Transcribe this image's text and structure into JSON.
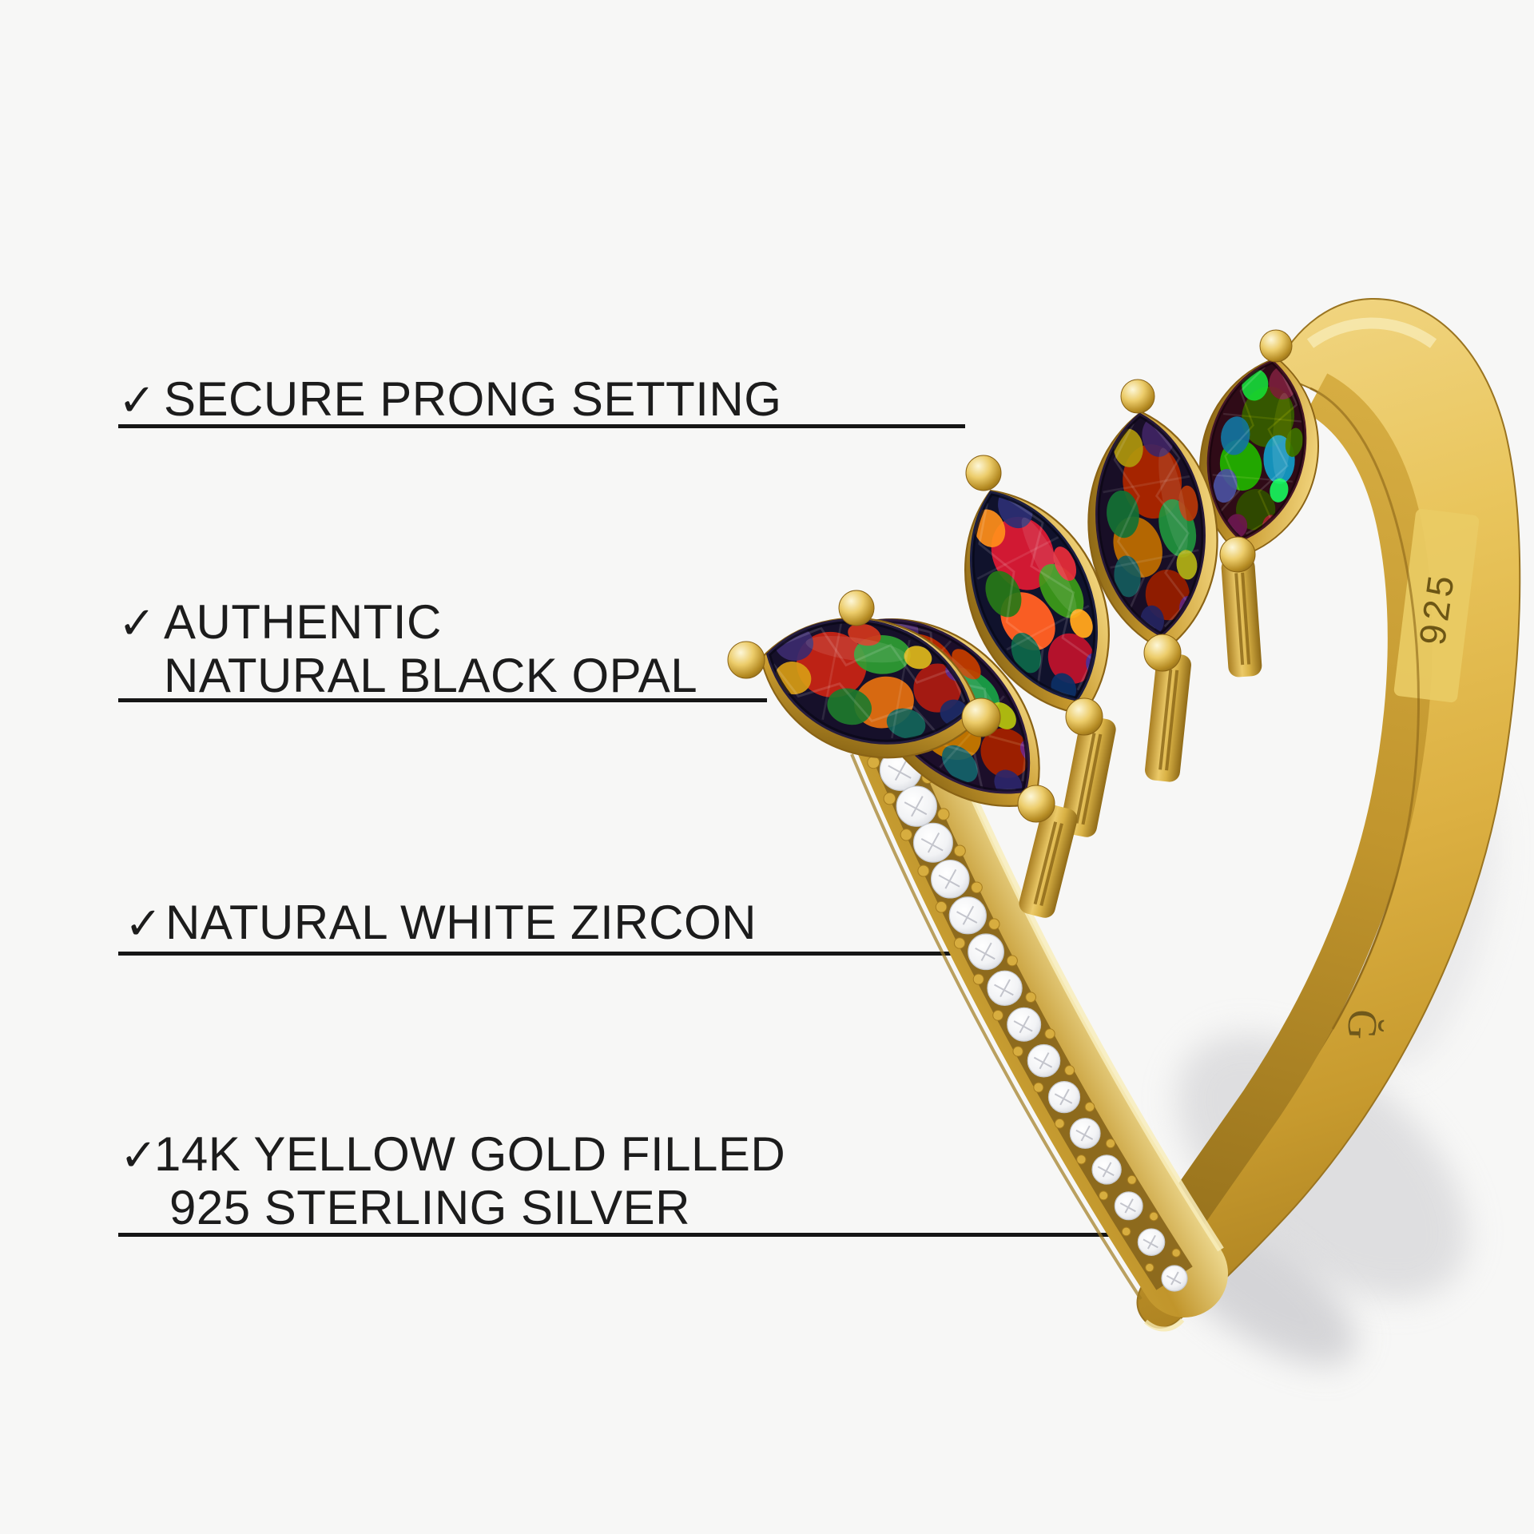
{
  "page": {
    "background": "#f7f7f6"
  },
  "features": [
    {
      "check": "✓",
      "lines": [
        "SECURE PRONG SETTING"
      ]
    },
    {
      "check": "✓",
      "lines": [
        "AUTHENTIC",
        "NATURAL BLACK OPAL"
      ]
    },
    {
      "check": "✓",
      "lines": [
        "NATURAL WHITE ZIRCON"
      ]
    },
    {
      "check": "✓",
      "lines": [
        "14K YELLOW GOLD FILLED",
        "925 STERLING SILVER"
      ]
    }
  ],
  "ring": {
    "hallmark": "925",
    "brand_mark": "Ğ",
    "opal_count": 5,
    "zircon_count": 16,
    "colors": {
      "gold": "#e3bc4e",
      "gold_dark": "#a2781e",
      "gold_light": "#f6e49a",
      "opal_base": "#17112a",
      "zircon": "#ffffff",
      "ink": "#1c1c1c"
    }
  }
}
